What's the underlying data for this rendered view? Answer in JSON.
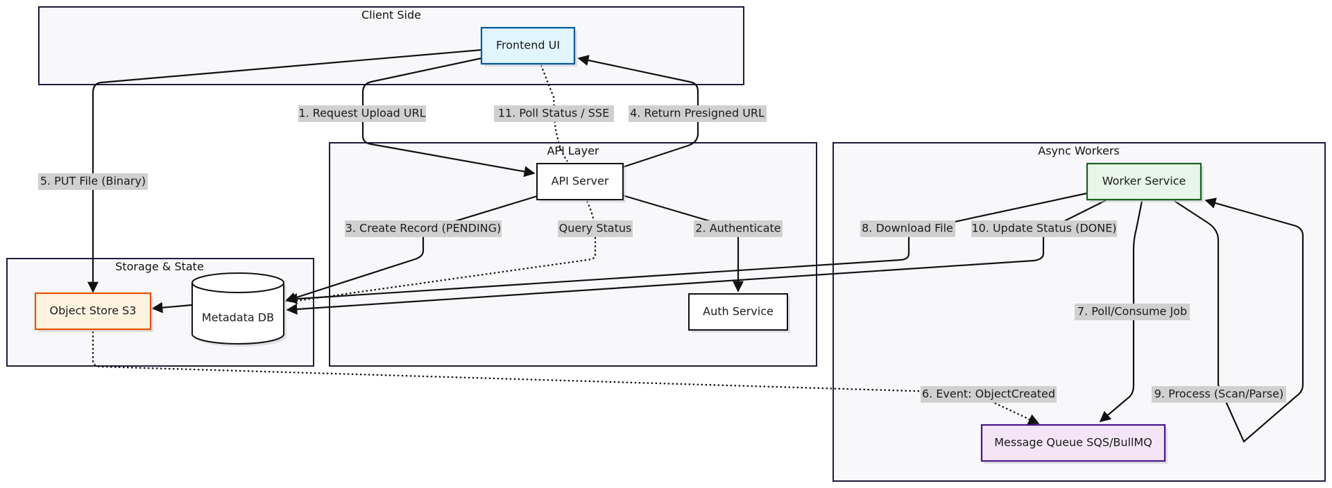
{
  "clusters": {
    "client": "Client Side",
    "api": "API Layer",
    "storage": "Storage & State",
    "workers": "Async Workers"
  },
  "nodes": {
    "frontend": "Frontend UI",
    "api_server": "API Server",
    "auth": "Auth Service",
    "worker": "Worker Service",
    "s3": "Object Store S3",
    "db": "Metadata DB",
    "queue": "Message Queue SQS/BullMQ"
  },
  "edges": {
    "e1": "1. Request Upload URL",
    "e2": "2. Authenticate",
    "e3": "3. Create Record (PENDING)",
    "e4": "4. Return Presigned URL",
    "e5": "5. PUT File (Binary)",
    "e6": "6. Event: ObjectCreated",
    "e7": "7. Poll/Consume Job",
    "e8": "8. Download File",
    "e9": "9. Process (Scan/Parse)",
    "e10": "10. Update Status (DONE)",
    "e11": "11. Poll Status / SSE",
    "eq": "Query Status"
  },
  "colors": {
    "frontend": {
      "fill": "#e1f5fe",
      "stroke": "#01579b"
    },
    "worker": {
      "fill": "#e8f5e9",
      "stroke": "#1b5e20"
    },
    "s3": {
      "fill": "#fff3e0",
      "stroke": "#e65100"
    },
    "queue": {
      "fill": "#f3e5f5",
      "stroke": "#4a148c"
    },
    "default": {
      "fill": "#ffffff",
      "stroke": "#111111"
    }
  }
}
